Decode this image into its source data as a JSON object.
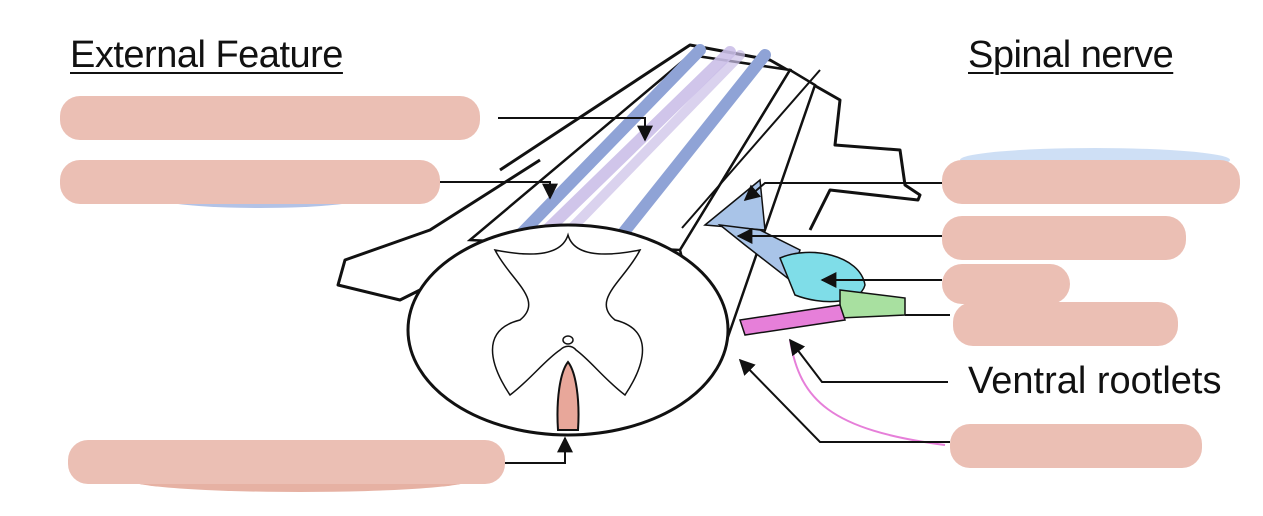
{
  "headings": {
    "left": "External Feature",
    "right": "Spinal nerve"
  },
  "labels": {
    "ventral_rootlets": "Ventral rootlets"
  },
  "colors": {
    "label_box": "#ebbfb4",
    "posterior_columns": "#8fa3d6",
    "lavender_columns": "#cbbfe8",
    "dorsal_rootlets_blue": "#a9c4e8",
    "dorsal_root_ganglion": "#7fdde8",
    "spinal_nerve_green": "#a8e0a0",
    "ventral_root_pink": "#e67fd9",
    "anterior_fissure": "#e8a79a"
  }
}
